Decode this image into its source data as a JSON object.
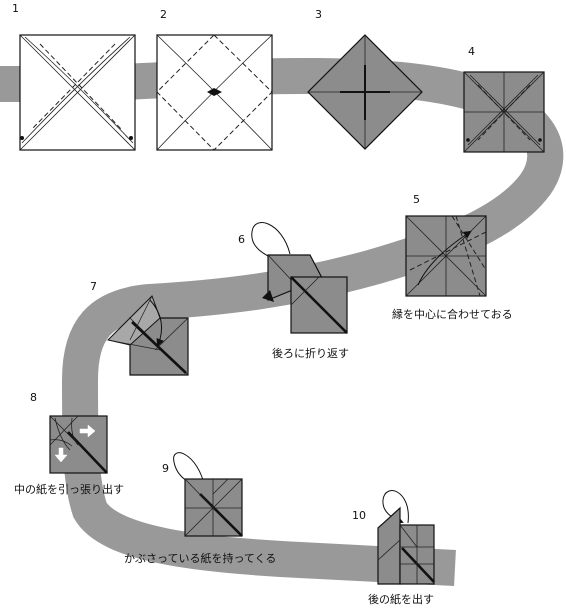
{
  "steps": [
    {
      "number": "1",
      "caption": ""
    },
    {
      "number": "2",
      "caption": ""
    },
    {
      "number": "3",
      "caption": ""
    },
    {
      "number": "4",
      "caption": ""
    },
    {
      "number": "5",
      "caption": "縁を中心に合わせておる"
    },
    {
      "number": "6",
      "caption": "後ろに折り返す"
    },
    {
      "number": "7",
      "caption": ""
    },
    {
      "number": "8",
      "caption": "中の紙を引っ張り出す"
    },
    {
      "number": "9",
      "caption": "かぶさっている紙を持ってくる"
    },
    {
      "number": "10",
      "caption": "後の紙を出す"
    }
  ],
  "colors": {
    "path": "#999999",
    "paper_colored": "#8c8c8c",
    "paper_white": "#ffffff",
    "line": "#111111"
  },
  "icons": [
    "fold-arrow-icon",
    "pull-arrow-icon"
  ]
}
